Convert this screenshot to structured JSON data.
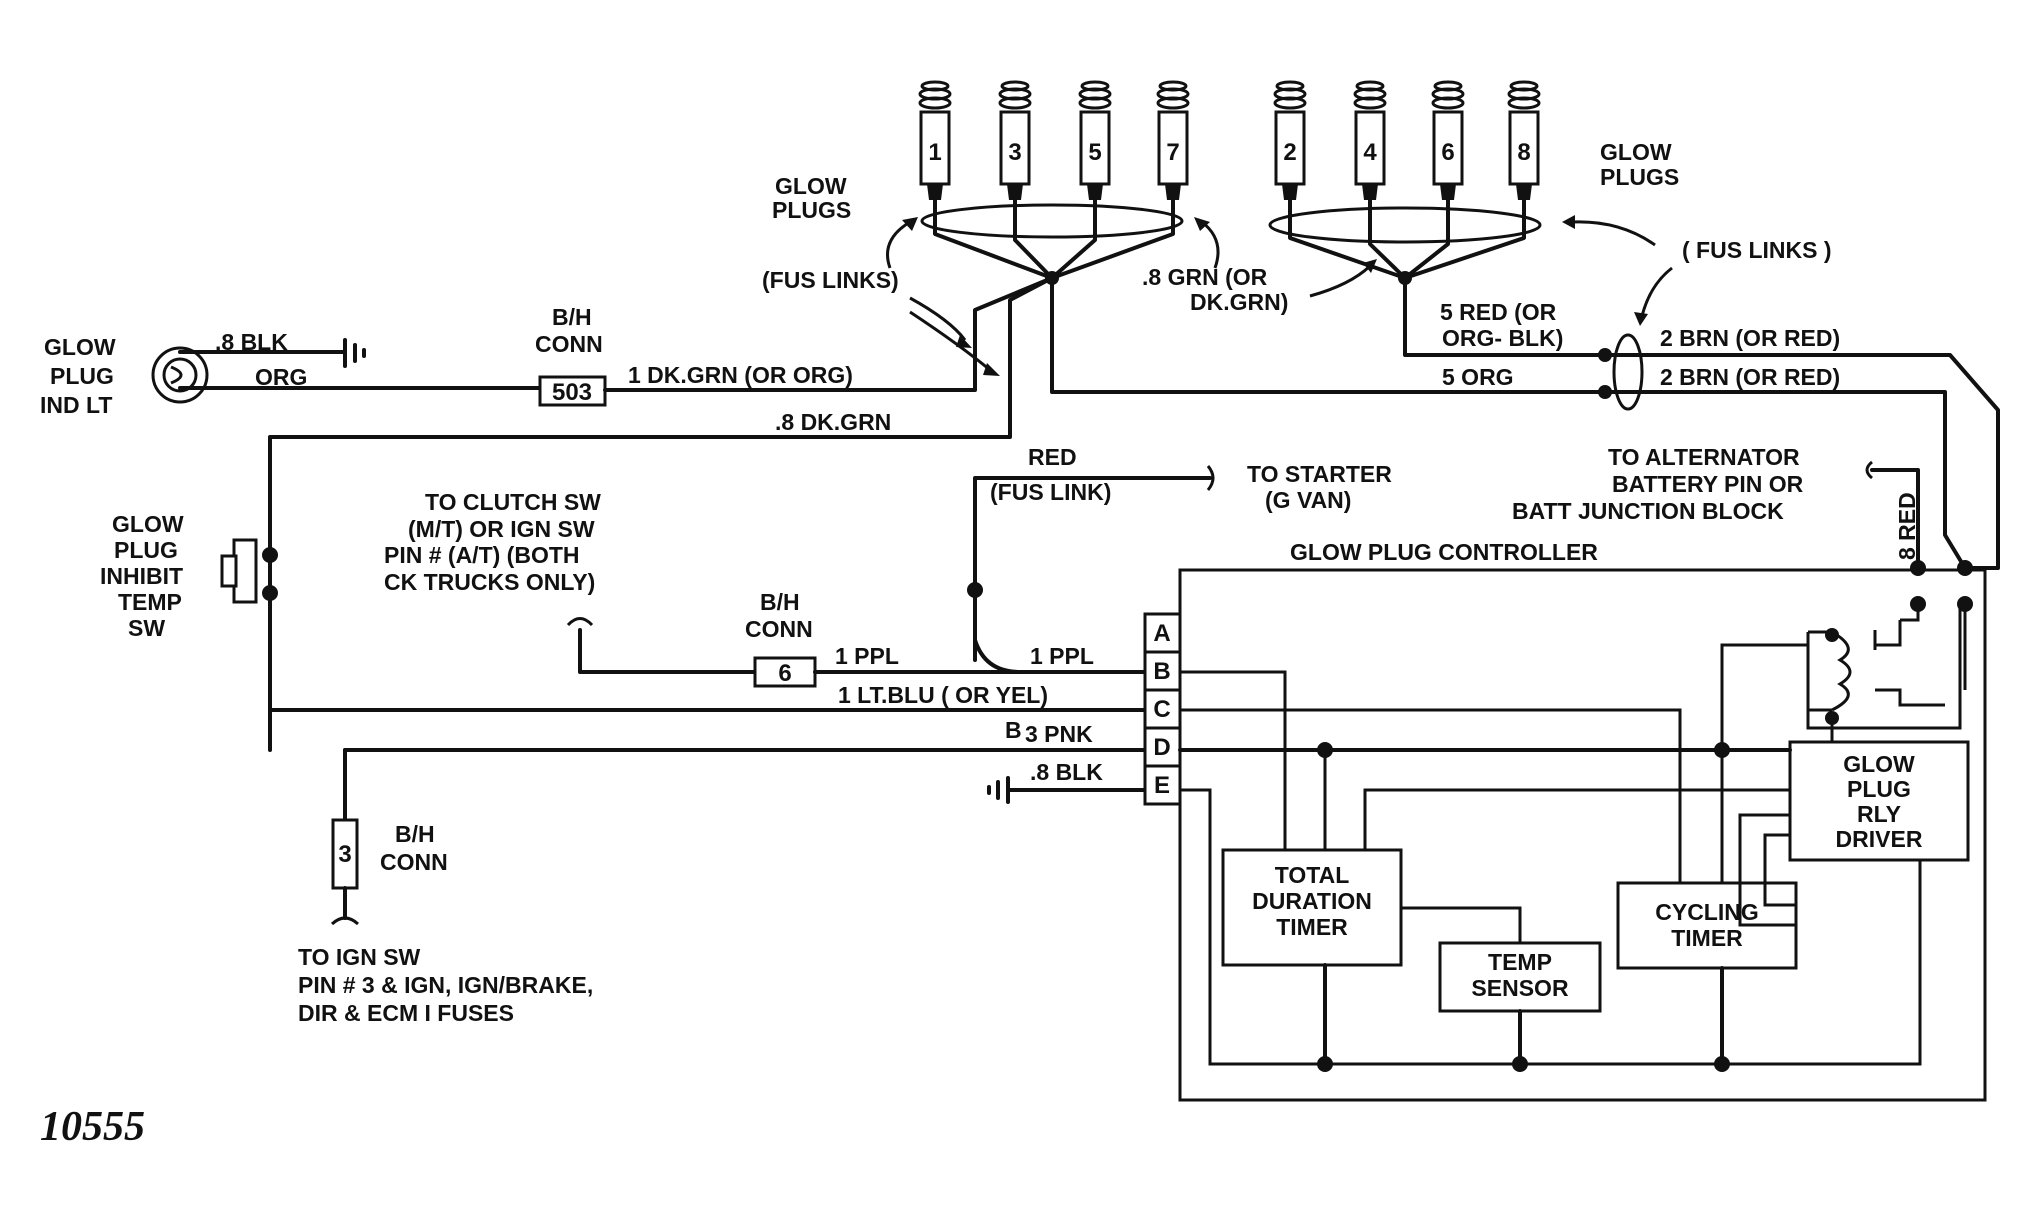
{
  "figure_number": "10555",
  "glow_plugs": {
    "left_numbers": [
      "1",
      "3",
      "5",
      "7"
    ],
    "right_numbers": [
      "2",
      "4",
      "6",
      "8"
    ],
    "left_label": [
      "GLOW",
      "PLUGS"
    ],
    "right_label": [
      "GLOW",
      "PLUGS"
    ],
    "fus_links_left": "(FUS  LINKS)",
    "fus_links_right": "( FUS  LINKS )",
    "grn_label": [
      ".8 GRN (OR",
      "DK.GRN)"
    ]
  },
  "indicator_lamp": {
    "label": [
      "GLOW",
      "PLUG",
      "IND LT"
    ],
    "wire_blk": ".8  BLK",
    "wire_org": "ORG"
  },
  "bh_connector_503": {
    "label": [
      "B/H",
      "CONN"
    ],
    "number": "503",
    "wire": "1  DK.GRN  (OR  ORG)",
    "wire_dkgrn": ".8  DK.GRN"
  },
  "right_wires": {
    "red_label": [
      "5 RED (OR",
      "ORG- BLK)"
    ],
    "org_label": "5  ORG",
    "brn_top": "2  BRN  (OR  RED)",
    "brn_bottom": "2  BRN  (OR  RED)"
  },
  "inhibit_switch": {
    "label": [
      "GLOW",
      "PLUG",
      "INHIBIT",
      "TEMP",
      "SW"
    ]
  },
  "starter": {
    "wire": "RED",
    "fus_link": "(FUS  LINK)",
    "label": [
      "TO STARTER",
      "(G VAN)"
    ]
  },
  "alternator": {
    "label": [
      "TO  ALTERNATOR",
      "BATTERY PIN  OR",
      "BATT  JUNCTION BLOCK"
    ],
    "wire": "8 RED"
  },
  "clutch": {
    "label": [
      "TO CLUTCH SW",
      "(M/T) OR IGN SW",
      "PIN # (A/T) (BOTH",
      "CK TRUCKS ONLY)"
    ]
  },
  "bh_connector_6": {
    "label": [
      "B/H",
      "CONN"
    ],
    "number": "6",
    "wire_left": "1  PPL",
    "wire_right": "1  PPL"
  },
  "controller_wires": {
    "ltblu": "1  LT.BLU   ( OR  YEL)",
    "pnk": "3 PNK",
    "pnk_prefix": "B",
    "blk": ".8 BLK"
  },
  "bh_connector_3": {
    "label": [
      "B/H",
      "CONN"
    ],
    "number": "3"
  },
  "ign_switch": {
    "label": [
      "TO IGN SW",
      "PIN # 3 &  IGN, IGN/BRAKE,",
      "DIR & ECM  I FUSES"
    ]
  },
  "controller": {
    "title": "GLOW  PLUG  CONTROLLER",
    "pins": [
      "A",
      "B",
      "C",
      "D",
      "E"
    ],
    "total_duration_timer": [
      "TOTAL",
      "DURATION",
      "TIMER"
    ],
    "temp_sensor": [
      "TEMP",
      "SENSOR"
    ],
    "cycling_timer": [
      "CYCLING",
      "TIMER"
    ],
    "relay_driver": [
      "GLOW",
      "PLUG",
      "RLY",
      "DRIVER"
    ]
  }
}
